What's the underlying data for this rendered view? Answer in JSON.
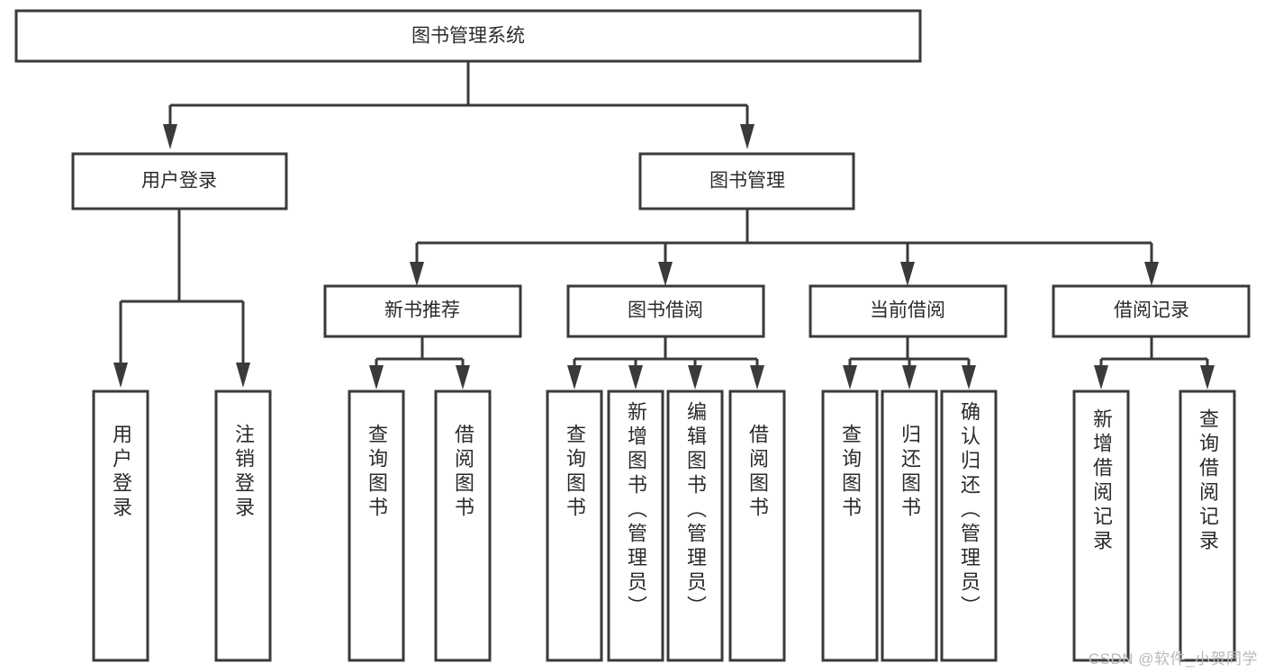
{
  "diagram": {
    "type": "tree-hierarchy-flowchart",
    "title": "图书管理系统",
    "root": {
      "id": "root",
      "label": "图书管理系统",
      "orientation": "horizontal"
    },
    "level2": [
      {
        "id": "user-login",
        "label": "用户登录",
        "orientation": "horizontal"
      },
      {
        "id": "book-manage",
        "label": "图书管理",
        "orientation": "horizontal"
      }
    ],
    "level3": [
      {
        "id": "new-book-recommend",
        "label": "新书推荐",
        "orientation": "horizontal",
        "parent": "book-manage"
      },
      {
        "id": "book-borrow",
        "label": "图书借阅",
        "orientation": "horizontal",
        "parent": "book-manage"
      },
      {
        "id": "current-borrow",
        "label": "当前借阅",
        "orientation": "horizontal",
        "parent": "book-manage"
      },
      {
        "id": "borrow-record",
        "label": "借阅记录",
        "orientation": "horizontal",
        "parent": "book-manage"
      }
    ],
    "leaves": {
      "user-login": [
        {
          "id": "leaf-user-login",
          "label": "用户登录",
          "orientation": "vertical"
        },
        {
          "id": "leaf-user-logout",
          "label": "注销登录",
          "orientation": "vertical"
        }
      ],
      "new-book-recommend": [
        {
          "id": "leaf-query-book-1",
          "label": "查询图书",
          "orientation": "vertical"
        },
        {
          "id": "leaf-borrow-book-1",
          "label": "借阅图书",
          "orientation": "vertical"
        }
      ],
      "book-borrow": [
        {
          "id": "leaf-query-book-2",
          "label": "查询图书",
          "orientation": "vertical"
        },
        {
          "id": "leaf-add-book",
          "label": "新增图书（管理员）",
          "orientation": "vertical"
        },
        {
          "id": "leaf-edit-book",
          "label": "编辑图书（管理员）",
          "orientation": "vertical"
        },
        {
          "id": "leaf-borrow-book-2",
          "label": "借阅图书",
          "orientation": "vertical"
        }
      ],
      "current-borrow": [
        {
          "id": "leaf-query-book-3",
          "label": "查询图书",
          "orientation": "vertical"
        },
        {
          "id": "leaf-return-book",
          "label": "归还图书",
          "orientation": "vertical"
        },
        {
          "id": "leaf-confirm-return",
          "label": "确认归还（管理员）",
          "orientation": "vertical"
        }
      ],
      "borrow-record": [
        {
          "id": "leaf-add-record",
          "label": "新增借阅记录",
          "orientation": "vertical"
        },
        {
          "id": "leaf-query-record",
          "label": "查询借阅记录",
          "orientation": "vertical"
        }
      ]
    }
  },
  "colors": {
    "stroke": "#3a3a3a",
    "fill": "#ffffff",
    "text": "#2b2b2b",
    "watermark": "#b9b9b9",
    "background": "#ffffff"
  },
  "watermark": {
    "text": "CSDN @软件_小贺同学"
  }
}
